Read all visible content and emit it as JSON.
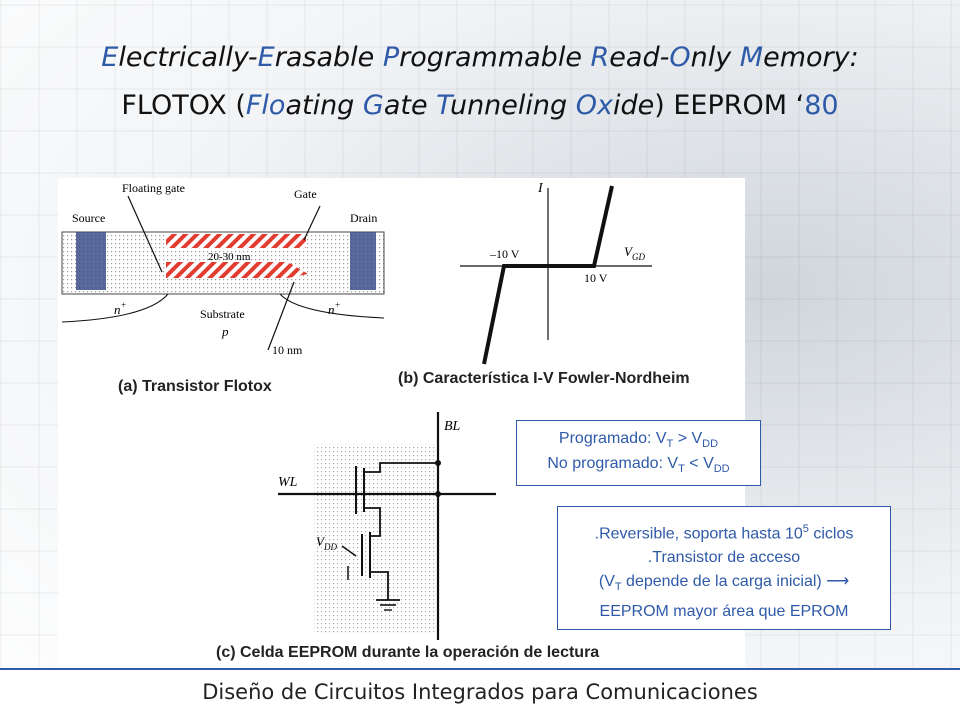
{
  "title": {
    "line1": [
      {
        "t": "E",
        "c": "blue"
      },
      {
        "t": "lectrically-",
        "c": ""
      },
      {
        "t": "E",
        "c": "blue"
      },
      {
        "t": "rasable ",
        "c": ""
      },
      {
        "t": "P",
        "c": "blue"
      },
      {
        "t": "rogrammable ",
        "c": ""
      },
      {
        "t": "R",
        "c": "blue"
      },
      {
        "t": "ead-",
        "c": ""
      },
      {
        "t": "O",
        "c": "blue"
      },
      {
        "t": "nly ",
        "c": ""
      },
      {
        "t": "M",
        "c": "blue"
      },
      {
        "t": "emory:",
        "c": ""
      }
    ],
    "line2": [
      {
        "t": "FLOTOX (",
        "c": ""
      },
      {
        "t": "Flo",
        "c": "blue it"
      },
      {
        "t": "ating ",
        "c": "it"
      },
      {
        "t": "G",
        "c": "blue it"
      },
      {
        "t": "ate ",
        "c": "it"
      },
      {
        "t": "T",
        "c": "blue it"
      },
      {
        "t": "unneling ",
        "c": "it"
      },
      {
        "t": "Ox",
        "c": "blue it"
      },
      {
        "t": "ide",
        "c": "it"
      },
      {
        "t": ") EEPROM ‘",
        "c": ""
      },
      {
        "t": "80",
        "c": "blue"
      }
    ]
  },
  "panel_a": {
    "caption": "(a) Transistor Flotox",
    "labels": {
      "floating_gate": "Floating gate",
      "gate": "Gate",
      "source": "Source",
      "drain": "Drain",
      "oxide": "20-30 nm",
      "n_left": "n",
      "n_right": "n",
      "plus": "+",
      "substrate": "Substrate",
      "p": "p",
      "tunnel": "10 nm"
    }
  },
  "panel_b": {
    "caption": "(b) Característica I-V Fowler-Nordheim",
    "labels": {
      "y_axis": "I",
      "x_axis": "V",
      "x_sub": "GD",
      "neg": "–10 V",
      "pos": "10 V"
    }
  },
  "panel_c": {
    "caption": "(c) Celda EEPROM durante la operación de lectura",
    "labels": {
      "bl": "BL",
      "wl": "WL",
      "vdd": "V",
      "vdd_sub": "DD"
    }
  },
  "box_vt": {
    "l1_a": "Programado: V",
    "l1_sub": "T",
    "l1_b": " > V",
    "l1_sub2": "DD",
    "l2_a": "No programado: V",
    "l2_sub": "T",
    "l2_b": " < V",
    "l2_sub2": "DD"
  },
  "box_notes": {
    "l1_a": ".Reversible, soporta hasta 10",
    "l1_sup": "5",
    "l1_b": " ciclos",
    "l2": ".Transistor de acceso",
    "l3_a": "(V",
    "l3_sub": "T",
    "l3_b": " depende de la carga inicial) ⟶",
    "l4": "EEPROM mayor área que EPROM"
  },
  "footer": "Diseño de Circuitos Integrados  para Comunicaciones",
  "colors": {
    "accent": "#2e5aa8",
    "hatch": "#e23b2f"
  }
}
